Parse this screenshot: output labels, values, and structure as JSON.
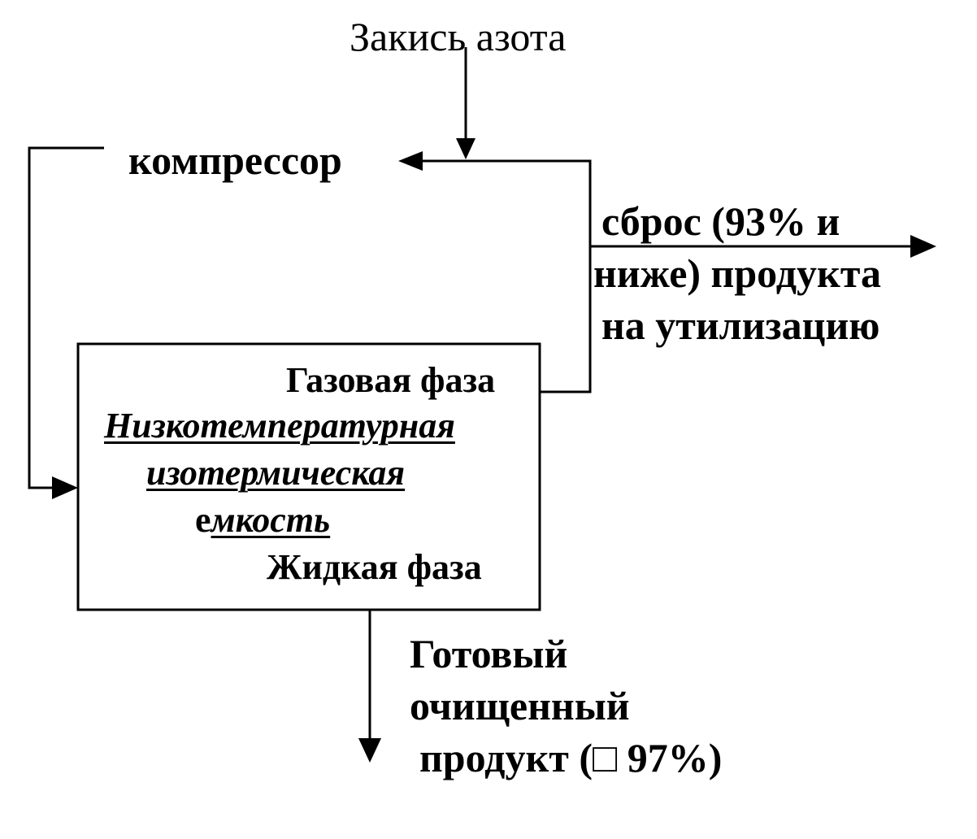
{
  "labels": {
    "input_gas": "Закись азота",
    "compressor": "компрессор",
    "waste_line1": "сброс (93% и",
    "waste_line2": "ниже) продукта",
    "waste_line3": "на утилизацию",
    "gas_phase": "Газовая фаза",
    "vessel_line1": "Низкотемпературная",
    "vessel_line2": "изотермическая",
    "vessel_line3_prefix": "е",
    "vessel_line3_rest": "мкость",
    "liquid_phase": "Жидкая фаза",
    "product_line1": "Готовый",
    "product_line2": "очищенный",
    "product_line3": "продукт (□ 97%)"
  },
  "colors": {
    "ink": "#000000",
    "background": "#ffffff"
  }
}
